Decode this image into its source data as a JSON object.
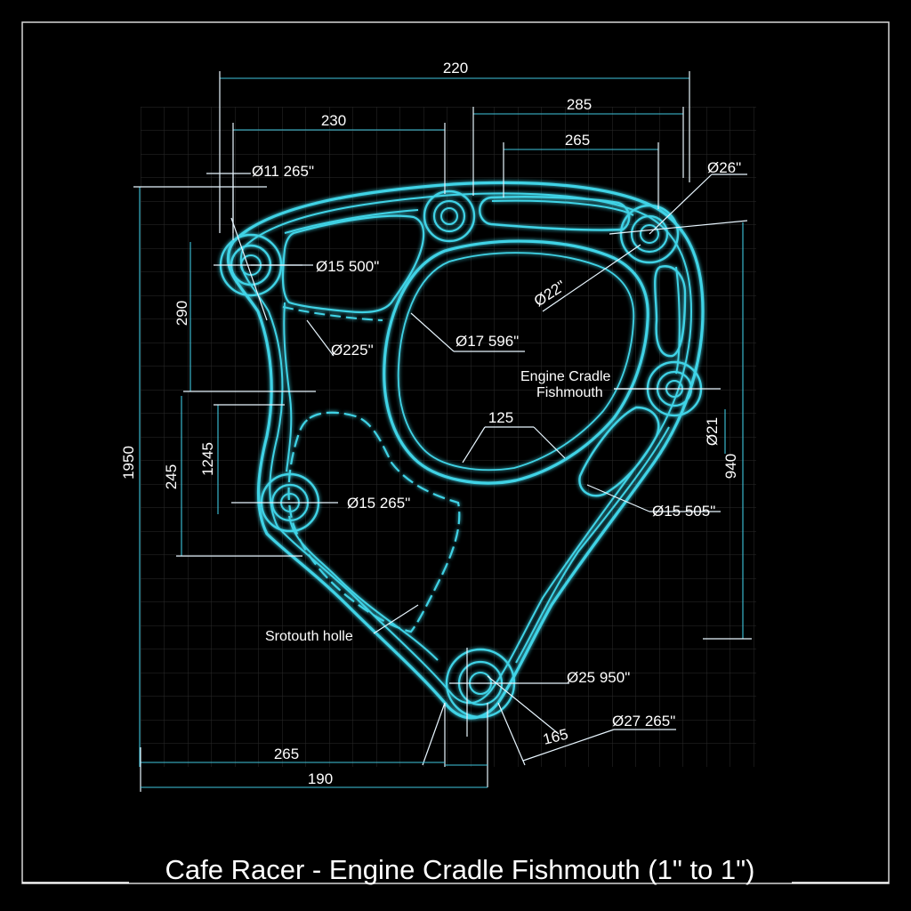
{
  "title": "Cafe Racer - Engine Cradle Fishmouth (1\" to 1\")",
  "colors": {
    "background": "#000000",
    "part_outline": "#3fd3e6",
    "grid": "#2a2a2a",
    "text": "#ffffff"
  },
  "dimensions": {
    "top_220": "220",
    "top_285": "285",
    "top_230": "230",
    "top_265": "265",
    "dia_11_265": "Ø11 265\"",
    "dia_26": "Ø26\"",
    "dia_15_500": "Ø15 500\"",
    "dia_22": "Ø22\"",
    "dia_17_596": "Ø17 596\"",
    "dia_225": "Ø225\"",
    "left_290": "290",
    "left_1950": "1950",
    "left_245": "245",
    "left_1245": "1245",
    "mid_125": "125",
    "dia_15_265": "Ø15 265\"",
    "dia_15_505": "Ø15 505\"",
    "dia_21": "Ø21",
    "right_940": "940",
    "dia_25_950": "Ø25 950\"",
    "dia_27_265": "Ø27 265\"",
    "bottom_165": "165",
    "bottom_265": "265",
    "bottom_190": "190"
  },
  "notes": {
    "engine_cradle_line1": "Engine Cradle",
    "engine_cradle_line2": "Fishmouth",
    "sprocket_hole": "Srotouth holle"
  }
}
